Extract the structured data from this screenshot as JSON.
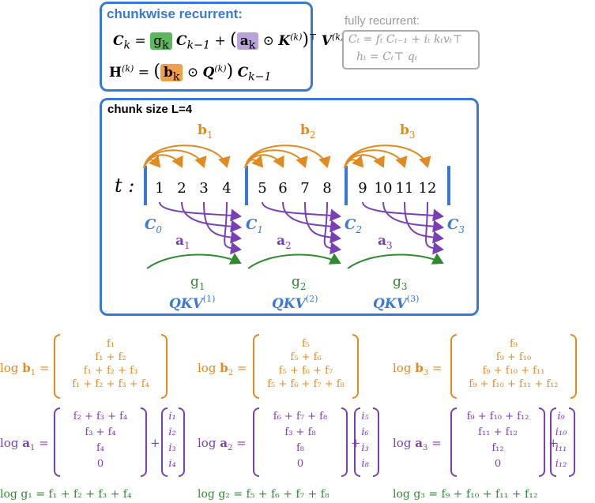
{
  "top_box": {
    "title": "chunkwise recurrent:",
    "eq1_lhs": "C",
    "eq1_lhs_sub": "k",
    "eq1_g": "g",
    "eq1_g_sub": "k",
    "eq1_mid": "C",
    "eq1_mid_sub": "k−1",
    "eq1_a": "a",
    "eq1_a_sub": "k",
    "eq1_K": "K",
    "eq1_K_sup": "(k)",
    "eq1_T": "⊤",
    "eq1_V": "V",
    "eq1_V_sup": "(k)",
    "eq2_H": "H",
    "eq2_H_sup": "(k)",
    "eq2_b": "b",
    "eq2_b_sub": "k",
    "eq2_Q": "Q",
    "eq2_Q_sup": "(k)",
    "eq2_C": "C",
    "eq2_C_sub": "k−1"
  },
  "fully": {
    "title": "fully recurrent:",
    "l1": "Cₜ  =  fₜ Cₜ₋₁ +  iₜ kₜvₜ⊤",
    "l2": "hₜ = Cₜ⊤ qₜ"
  },
  "chunk_box": {
    "title": "chunk size L=4",
    "t_label": "t :",
    "tokens": [
      "1",
      "2",
      "3",
      "4",
      "5",
      "6",
      "7",
      "8",
      "9",
      "10",
      "11",
      "12"
    ],
    "C_labels": [
      {
        "name": "C",
        "sub": "0"
      },
      {
        "name": "C",
        "sub": "1"
      },
      {
        "name": "C",
        "sub": "2"
      },
      {
        "name": "C",
        "sub": "3"
      }
    ],
    "b_labels": [
      {
        "name": "b",
        "sub": "1"
      },
      {
        "name": "b",
        "sub": "2"
      },
      {
        "name": "b",
        "sub": "3"
      }
    ],
    "a_labels": [
      {
        "name": "a",
        "sub": "1"
      },
      {
        "name": "a",
        "sub": "2"
      },
      {
        "name": "a",
        "sub": "3"
      }
    ],
    "g_labels": [
      {
        "name": "g",
        "sub": "1"
      },
      {
        "name": "g",
        "sub": "2"
      },
      {
        "name": "g",
        "sub": "3"
      }
    ],
    "qkv_labels": [
      {
        "name": "QKV",
        "sup": "(1)"
      },
      {
        "name": "QKV",
        "sup": "(2)"
      },
      {
        "name": "QKV",
        "sup": "(3)"
      }
    ]
  },
  "logs": {
    "b": [
      {
        "lhs": "log b",
        "sub": "1",
        "rows": [
          "f₁",
          "f₁ + f₂",
          "f₁ + f₂ + f₃",
          "f₁ + f₂ + f₃ + f₄"
        ]
      },
      {
        "lhs": "log b",
        "sub": "2",
        "rows": [
          "f₅",
          "f₅ + f₆",
          "f₅ + f₆ + f₇",
          "f₅ + f₆ + f₇ + f₈"
        ]
      },
      {
        "lhs": "log b",
        "sub": "3",
        "rows": [
          "f₉",
          "f₉ + f₁₀",
          "f₉ + f₁₀ + f₁₁",
          "f₉ + f₁₀ + f₁₁ + f₁₂"
        ]
      }
    ],
    "a": [
      {
        "lhs": "log a",
        "sub": "1",
        "rows": [
          "f₂ + f₃ + f₄",
          "f₃ + f₄",
          "f₄",
          "0"
        ],
        "irows": [
          "i₁",
          "i₂",
          "i₃",
          "i₄"
        ]
      },
      {
        "lhs": "log a",
        "sub": "2",
        "rows": [
          "f₆ + f₇ + f₈",
          "f₃ + f₈",
          "f₈",
          "0"
        ],
        "irows": [
          "i₅",
          "i₆",
          "i₃",
          "i₈"
        ]
      },
      {
        "lhs": "log a",
        "sub": "3",
        "rows": [
          "f₉ + f₁₀ + f₁₂",
          "f₁₁ + f₁₂",
          "f₁₂",
          "0"
        ],
        "irows": [
          "i₉",
          "i₁₀",
          "i₁₁",
          "i₁₂"
        ]
      }
    ],
    "plus": "+",
    "equals": "=",
    "g": [
      {
        "text": "log g₁ = f₁ + f₂ + f₃ + f₄"
      },
      {
        "text": "log g₂ = f₅ + f₆ + f₇ + f₈"
      },
      {
        "text": "log g₃ = f₉ + f₁₀ + f₁₁ + f₁₂"
      }
    ]
  },
  "colors": {
    "blue": "#3a78d6",
    "orange": "#e08a1f",
    "purple": "#7a3fb5",
    "green": "#2e8b2e",
    "g_hl": "#5cb85c",
    "a_hl": "#b9a3d9",
    "b_hl": "#f0a04b"
  }
}
